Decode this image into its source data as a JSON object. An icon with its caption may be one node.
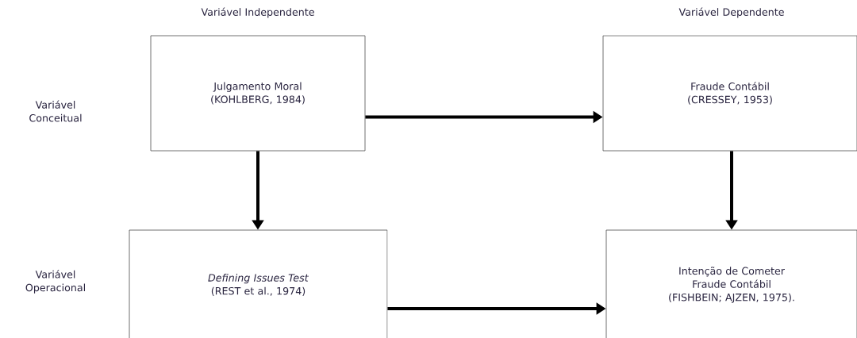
{
  "diagram": {
    "nodes": [
      {
        "text": [
          "Julgamento Moral",
          "(KOHLBERG, 1984)"
        ]
      },
      {
        "text": [
          "Fraude Contábil",
          "(CRESSEY, 1953)"
        ]
      },
      {
        "text": [
          "*Defining Issues Test*",
          "(REST et al., 1974)"
        ]
      },
      {
        "text": [
          "Intenção de Cometer Fraude Contábil",
          "(FISHBEIN; AJZEN, 1975)."
        ]
      }
    ],
    "edges": [
      {
        "from": 0,
        "to": 1,
        "arrow": "to"
      },
      {
        "from": 0,
        "to": 2,
        "arrow": "to"
      },
      {
        "from": 1,
        "to": 3,
        "arrow": "to"
      },
      {
        "from": 2,
        "to": 3,
        "arrow": "to"
      }
    ],
    "labels": [
      "Variável Independente",
      "Variável Dependente",
      "Variável Conceitual",
      "Variável Operacional"
    ]
  }
}
